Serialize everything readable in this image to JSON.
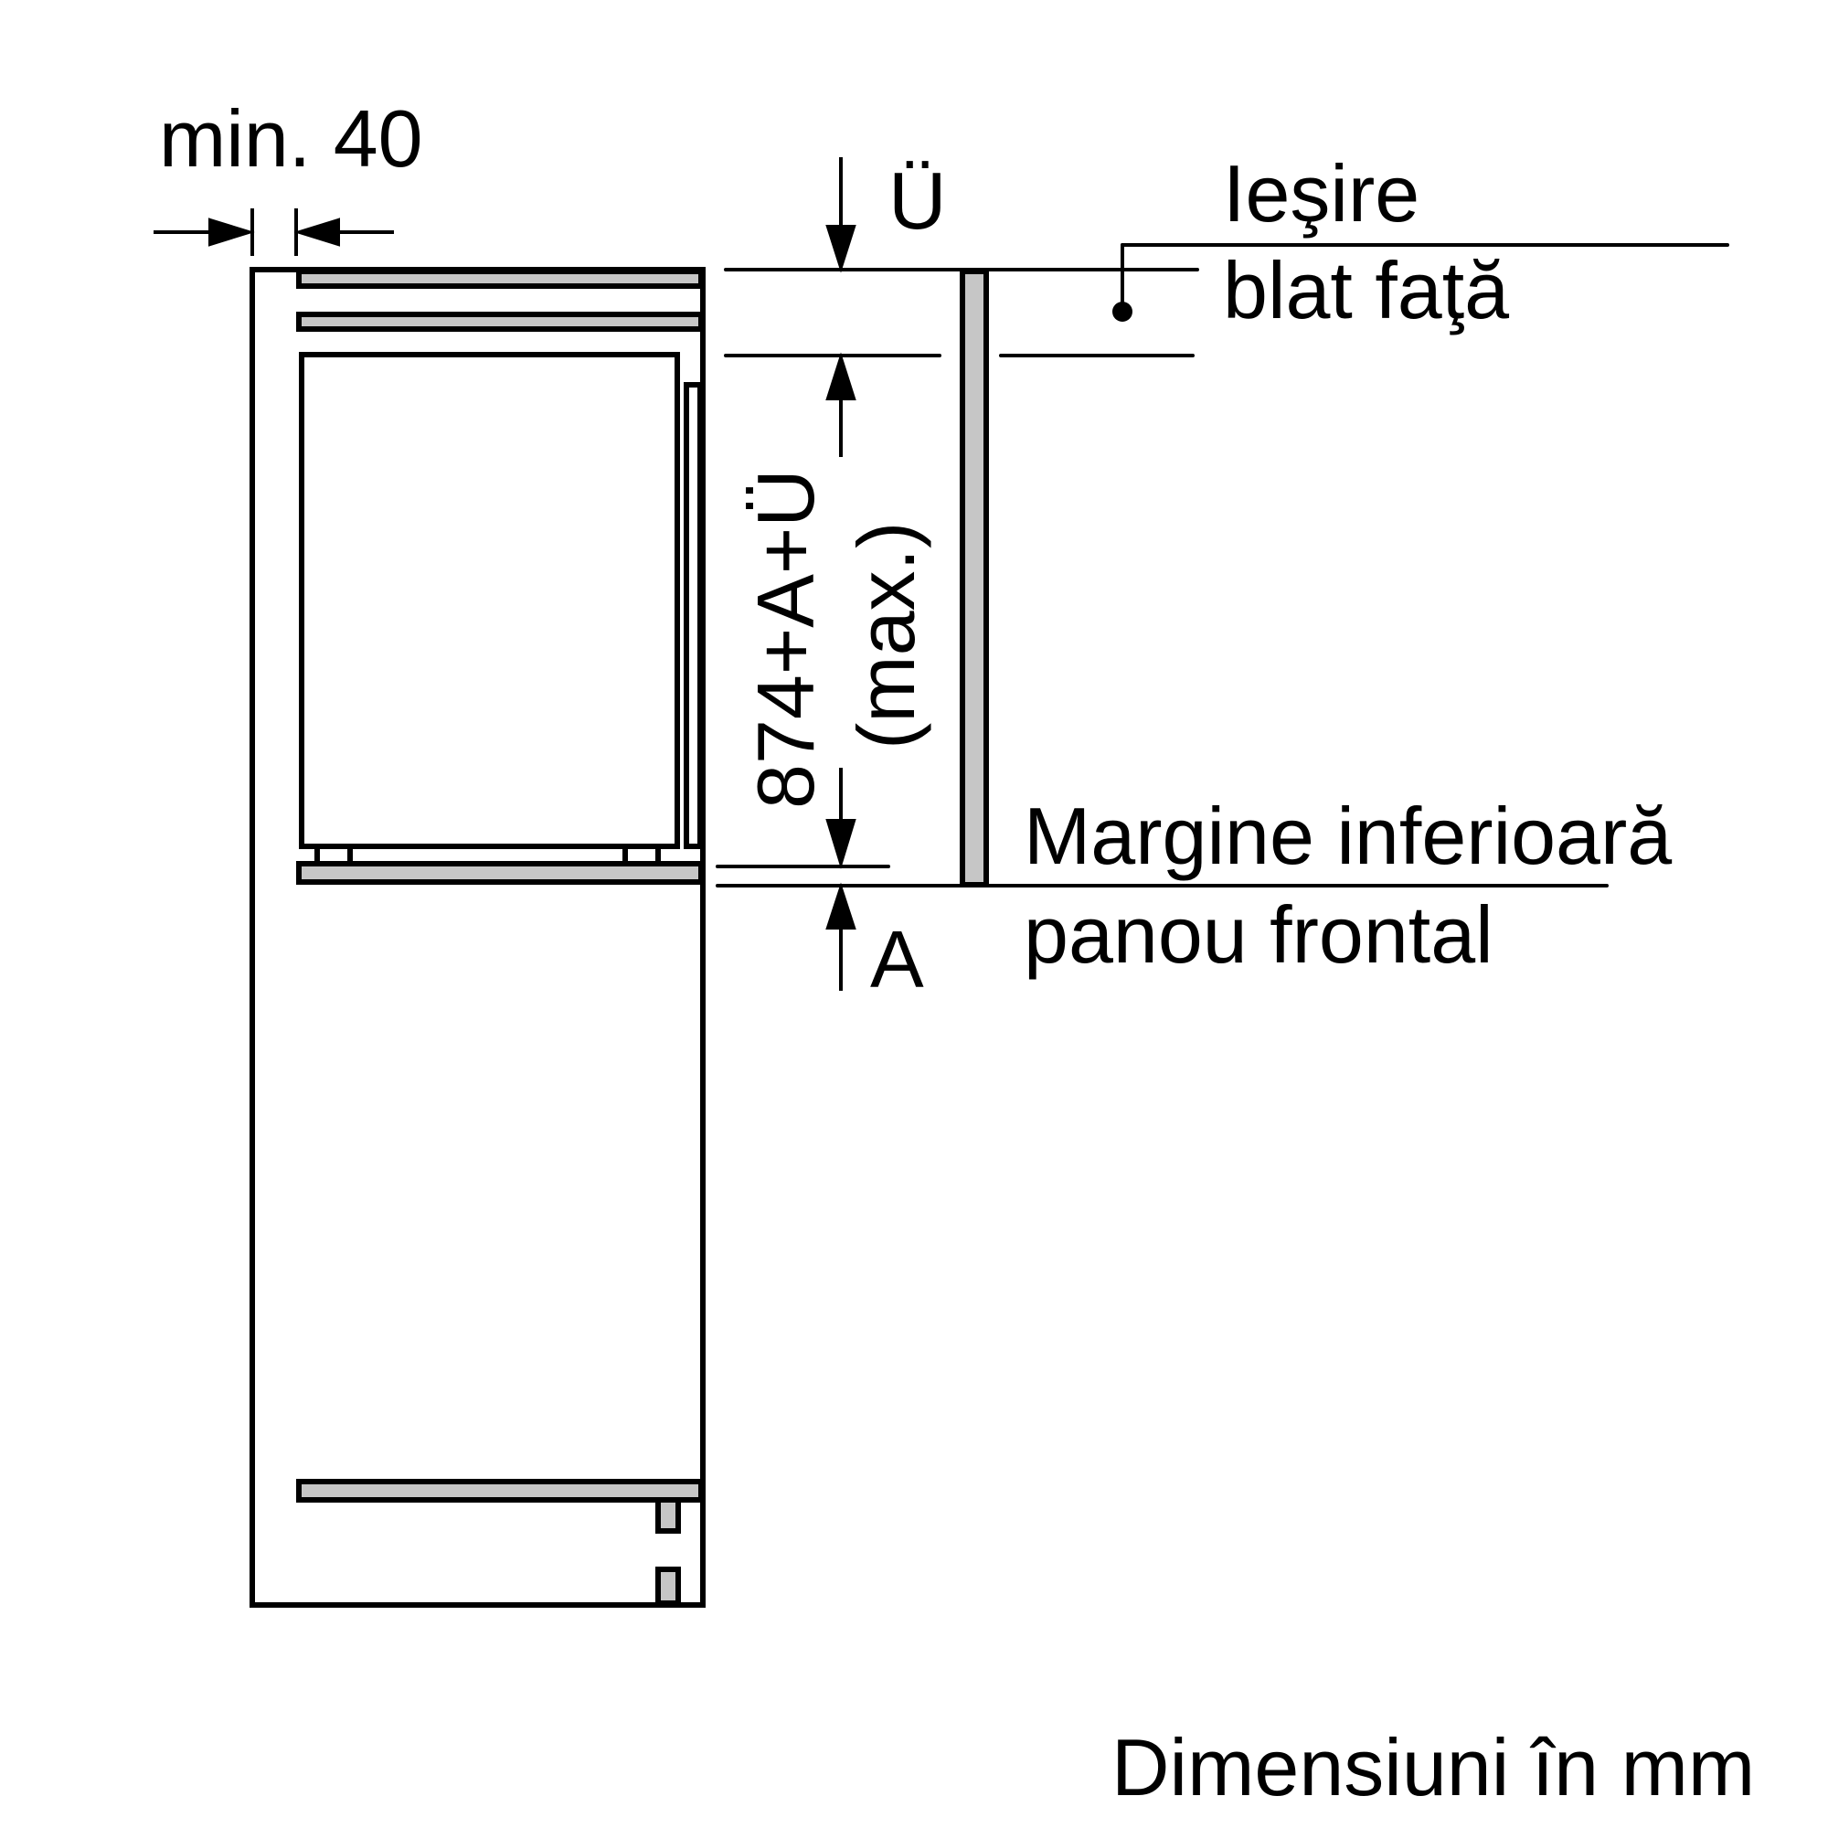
{
  "diagram": {
    "type": "installation-dimension-drawing",
    "colors": {
      "line": "#000000",
      "fill_gray": "#c6c6c6",
      "background": "#ffffff"
    },
    "labels": {
      "min_gap": "min. 40",
      "overhang": "Ü",
      "height_formula": "874+A+Ü",
      "height_qualifier": "(max.)",
      "offset": "A",
      "worktop_line1": "Ieşire",
      "worktop_line2": "blat faţă",
      "panel_line1": "Margine inferioară",
      "panel_line2": "panou frontal",
      "units_note": "Dimensiuni în mm"
    }
  }
}
